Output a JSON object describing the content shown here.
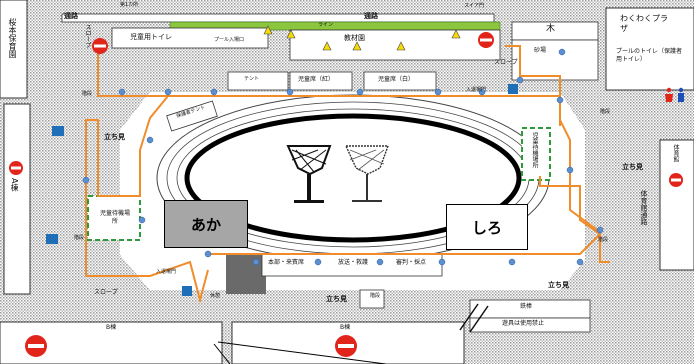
{
  "map": {
    "top_road": "通路",
    "top_road_right": "通路",
    "top_small_label": "第1カ所",
    "top_right_gate": "スイア門",
    "nursery": "桜本保育園",
    "restroom_children": "児童用トイレ",
    "pool_area": "プール入場口",
    "pool_line": "ライン",
    "teachers_room": "教材園",
    "tree_area": "木",
    "sandbox": "砂場",
    "slope_labels": [
      "スロープ",
      "スロープ",
      "スロープ"
    ],
    "stairs_labels": [
      "階段",
      "階段",
      "階段",
      "階段",
      "階段"
    ],
    "wakuwaku_plaza": "わくわくプラザ",
    "pool_toilet": "プールのトイレ（保護者用トイレ）",
    "children_seat_red": "児童席（紅）",
    "children_seat_white": "児童席（白）",
    "parents_tent": "保護者テント",
    "tent_small": "テント",
    "school_route": "入退場門",
    "standing_area": "立ち見",
    "waiting_area_left": "児童待機場所",
    "waiting_area_right": "児童待機場所",
    "team_red": "あか",
    "team_white": "しろ",
    "a_building": "A棟",
    "b_building": "B棟",
    "b_building_right": "B棟",
    "gym": "体育館",
    "gym_passage": "体育館通路",
    "hq_tent": "本部・来賓席",
    "broadcast": "放送・救護",
    "judge": "審判・採点",
    "rest_area": "休憩",
    "iron_bar": "鉄棒",
    "playground_notice": "遊具は使用禁止",
    "gate_bottom": "入退場門",
    "restroom_icon": "restroom-icon"
  },
  "colors": {
    "route": "#f08c2a",
    "grass": "#8cc63f",
    "waiting_border": "#2e9b3a",
    "red_team_box": "#a6a6a6",
    "no_entry": "#e1251b",
    "hatch": "#9a9a9a",
    "wheelchair": "#1e6fb8",
    "restroom_men": "#1e4fb8",
    "restroom_women": "#e1251b"
  }
}
